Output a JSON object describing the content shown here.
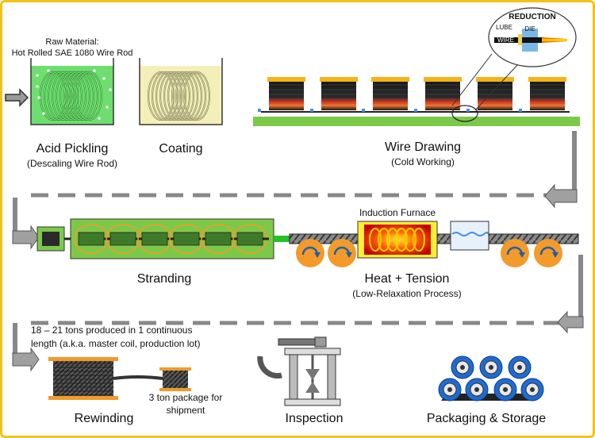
{
  "raw_material": {
    "line1": "Raw Material:",
    "line2": "Hot Rolled SAE 1080 Wire Rod"
  },
  "acid_pickling": {
    "title": "Acid Pickling",
    "subtitle": "(Descaling Wire Rod)"
  },
  "coating": {
    "title": "Coating"
  },
  "wire_drawing": {
    "title": "Wire Drawing",
    "subtitle": "(Cold Working)"
  },
  "reduction_inset": {
    "title": "REDUCTION",
    "lube": "LUBE",
    "die": "DIE",
    "wire": "WIRE"
  },
  "induction_furnace": {
    "label": "Induction Furnace"
  },
  "stranding": {
    "title": "Stranding"
  },
  "heat_tension": {
    "title": "Heat + Tension",
    "subtitle": "(Low-Relaxation Process)"
  },
  "master_coil": {
    "line1": "18 – 21 tons produced in 1 continuous",
    "line2": "length (a.k.a. master coil, production lot)"
  },
  "package": {
    "line1": "3 ton package for",
    "line2": "shipment"
  },
  "rewinding": {
    "title": "Rewinding"
  },
  "inspection": {
    "title": "Inspection"
  },
  "packaging": {
    "title": "Packaging & Storage"
  },
  "colors": {
    "acid_green": "#6ede6e",
    "accent_orange": "#f29a2a",
    "pallet_blue": "#1f6bd1",
    "base_green": "#7cc94a",
    "frame_yellow": "#f2c21a"
  }
}
